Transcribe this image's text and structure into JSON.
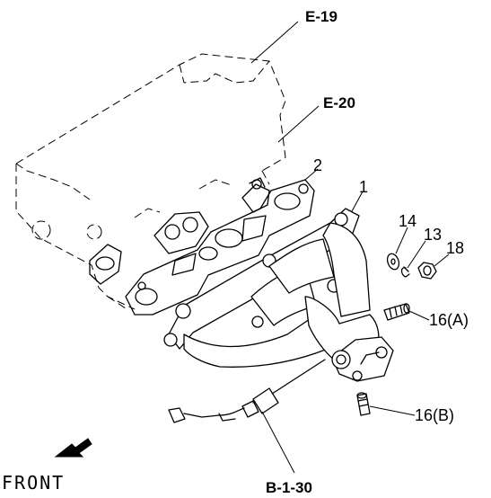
{
  "references": {
    "e19": "E-19",
    "e20": "E-20",
    "b130": "B-1-30"
  },
  "parts": {
    "p1": "1",
    "p2": "2",
    "p13": "13",
    "p14": "14",
    "p16a": "16(A)",
    "p16b": "16(B)",
    "p18": "18"
  },
  "direction": {
    "label": "FRONT",
    "icon": "arrow-down-left-icon"
  }
}
